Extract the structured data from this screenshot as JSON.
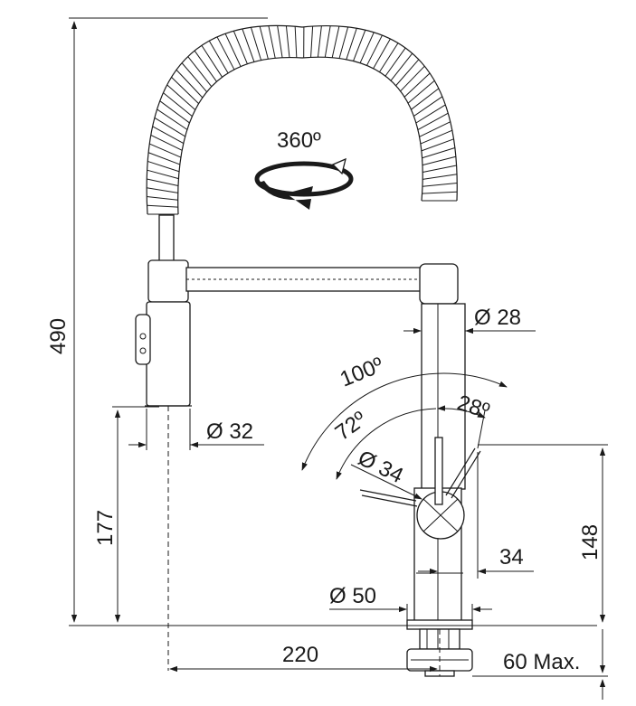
{
  "dimensions": {
    "total_height": "490",
    "rotation": "360º",
    "hose_diameter": "Ø 28",
    "swing_range": "100º",
    "lever_tilt": "28º",
    "lever_range": "72º",
    "lever_diameter": "Ø 34",
    "spray_head_diameter": "Ø 32",
    "spout_clearance": "177",
    "lever_height": "148",
    "lever_offset": "34",
    "base_diameter": "Ø 50",
    "reach": "220",
    "max_deck_thickness": "60 Max."
  },
  "colors": {
    "line": "#1a1a1a",
    "background": "#ffffff"
  }
}
